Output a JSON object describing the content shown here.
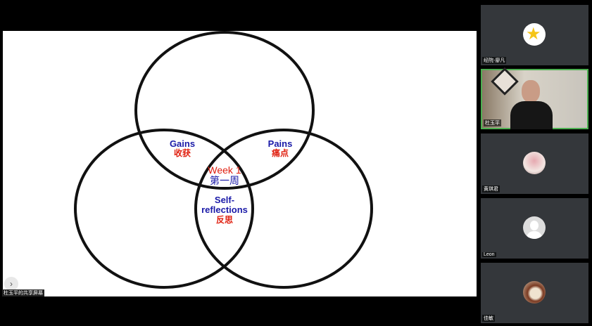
{
  "shared_screen": {
    "label": "杜玉平的共享屏幕",
    "expand_icon": "›",
    "diagram": {
      "gains": {
        "en": "Gains",
        "cn": "收获"
      },
      "pains": {
        "en": "Pains",
        "cn": "痛点"
      },
      "center": {
        "en": "Week 1",
        "cn": "第一周"
      },
      "reflection": {
        "en1": "Self-",
        "en2": "reflections",
        "cn": "反思"
      }
    }
  },
  "participants": [
    {
      "name": "经院-廖凡",
      "avatar": "star-avatar"
    },
    {
      "name": "杜玉平",
      "avatar": "video",
      "active": true
    },
    {
      "name": "黄琪君",
      "avatar": "flower-avatar"
    },
    {
      "name": "Leon",
      "avatar": "default-avatar"
    },
    {
      "name": "佳敏",
      "avatar": "portrait-avatar"
    }
  ]
}
